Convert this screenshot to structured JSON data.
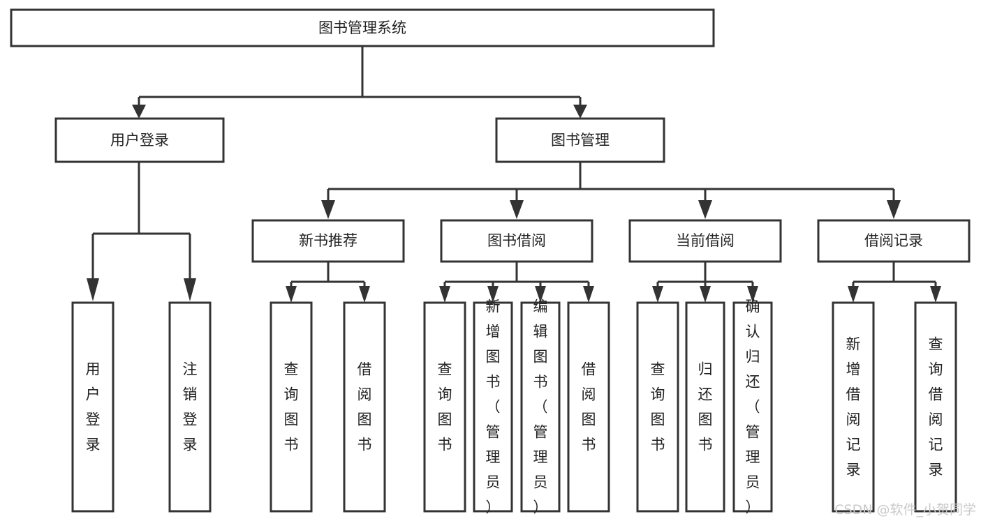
{
  "diagram": {
    "title": "图书管理系统",
    "type": "tree-hierarchy-diagram",
    "colors": {
      "box_stroke": "#333333",
      "box_fill": "#ffffff",
      "text": "#222222",
      "background": "#ffffff",
      "watermark": "#c9c9c9"
    },
    "root": {
      "label": "图书管理系统"
    },
    "level2": {
      "user_login": "用户登录",
      "book_manage": "图书管理"
    },
    "level3": {
      "new_book_recommend": "新书推荐",
      "book_borrow": "图书借阅",
      "current_borrow": "当前借阅",
      "borrow_record": "借阅记录"
    },
    "leaves": {
      "user_login": [
        "用户登录",
        "注销登录"
      ],
      "new_book_recommend": [
        "查询图书",
        "借阅图书"
      ],
      "book_borrow": [
        "查询图书",
        "新增图书（管理员）",
        "编辑图书（管理员）",
        "借阅图书"
      ],
      "current_borrow": [
        "查询图书",
        "归还图书",
        "确认归还（管理员）"
      ],
      "borrow_record": [
        "新增借阅记录",
        "查询借阅记录"
      ]
    },
    "watermark": "CSDN @软件_小贺同学"
  }
}
